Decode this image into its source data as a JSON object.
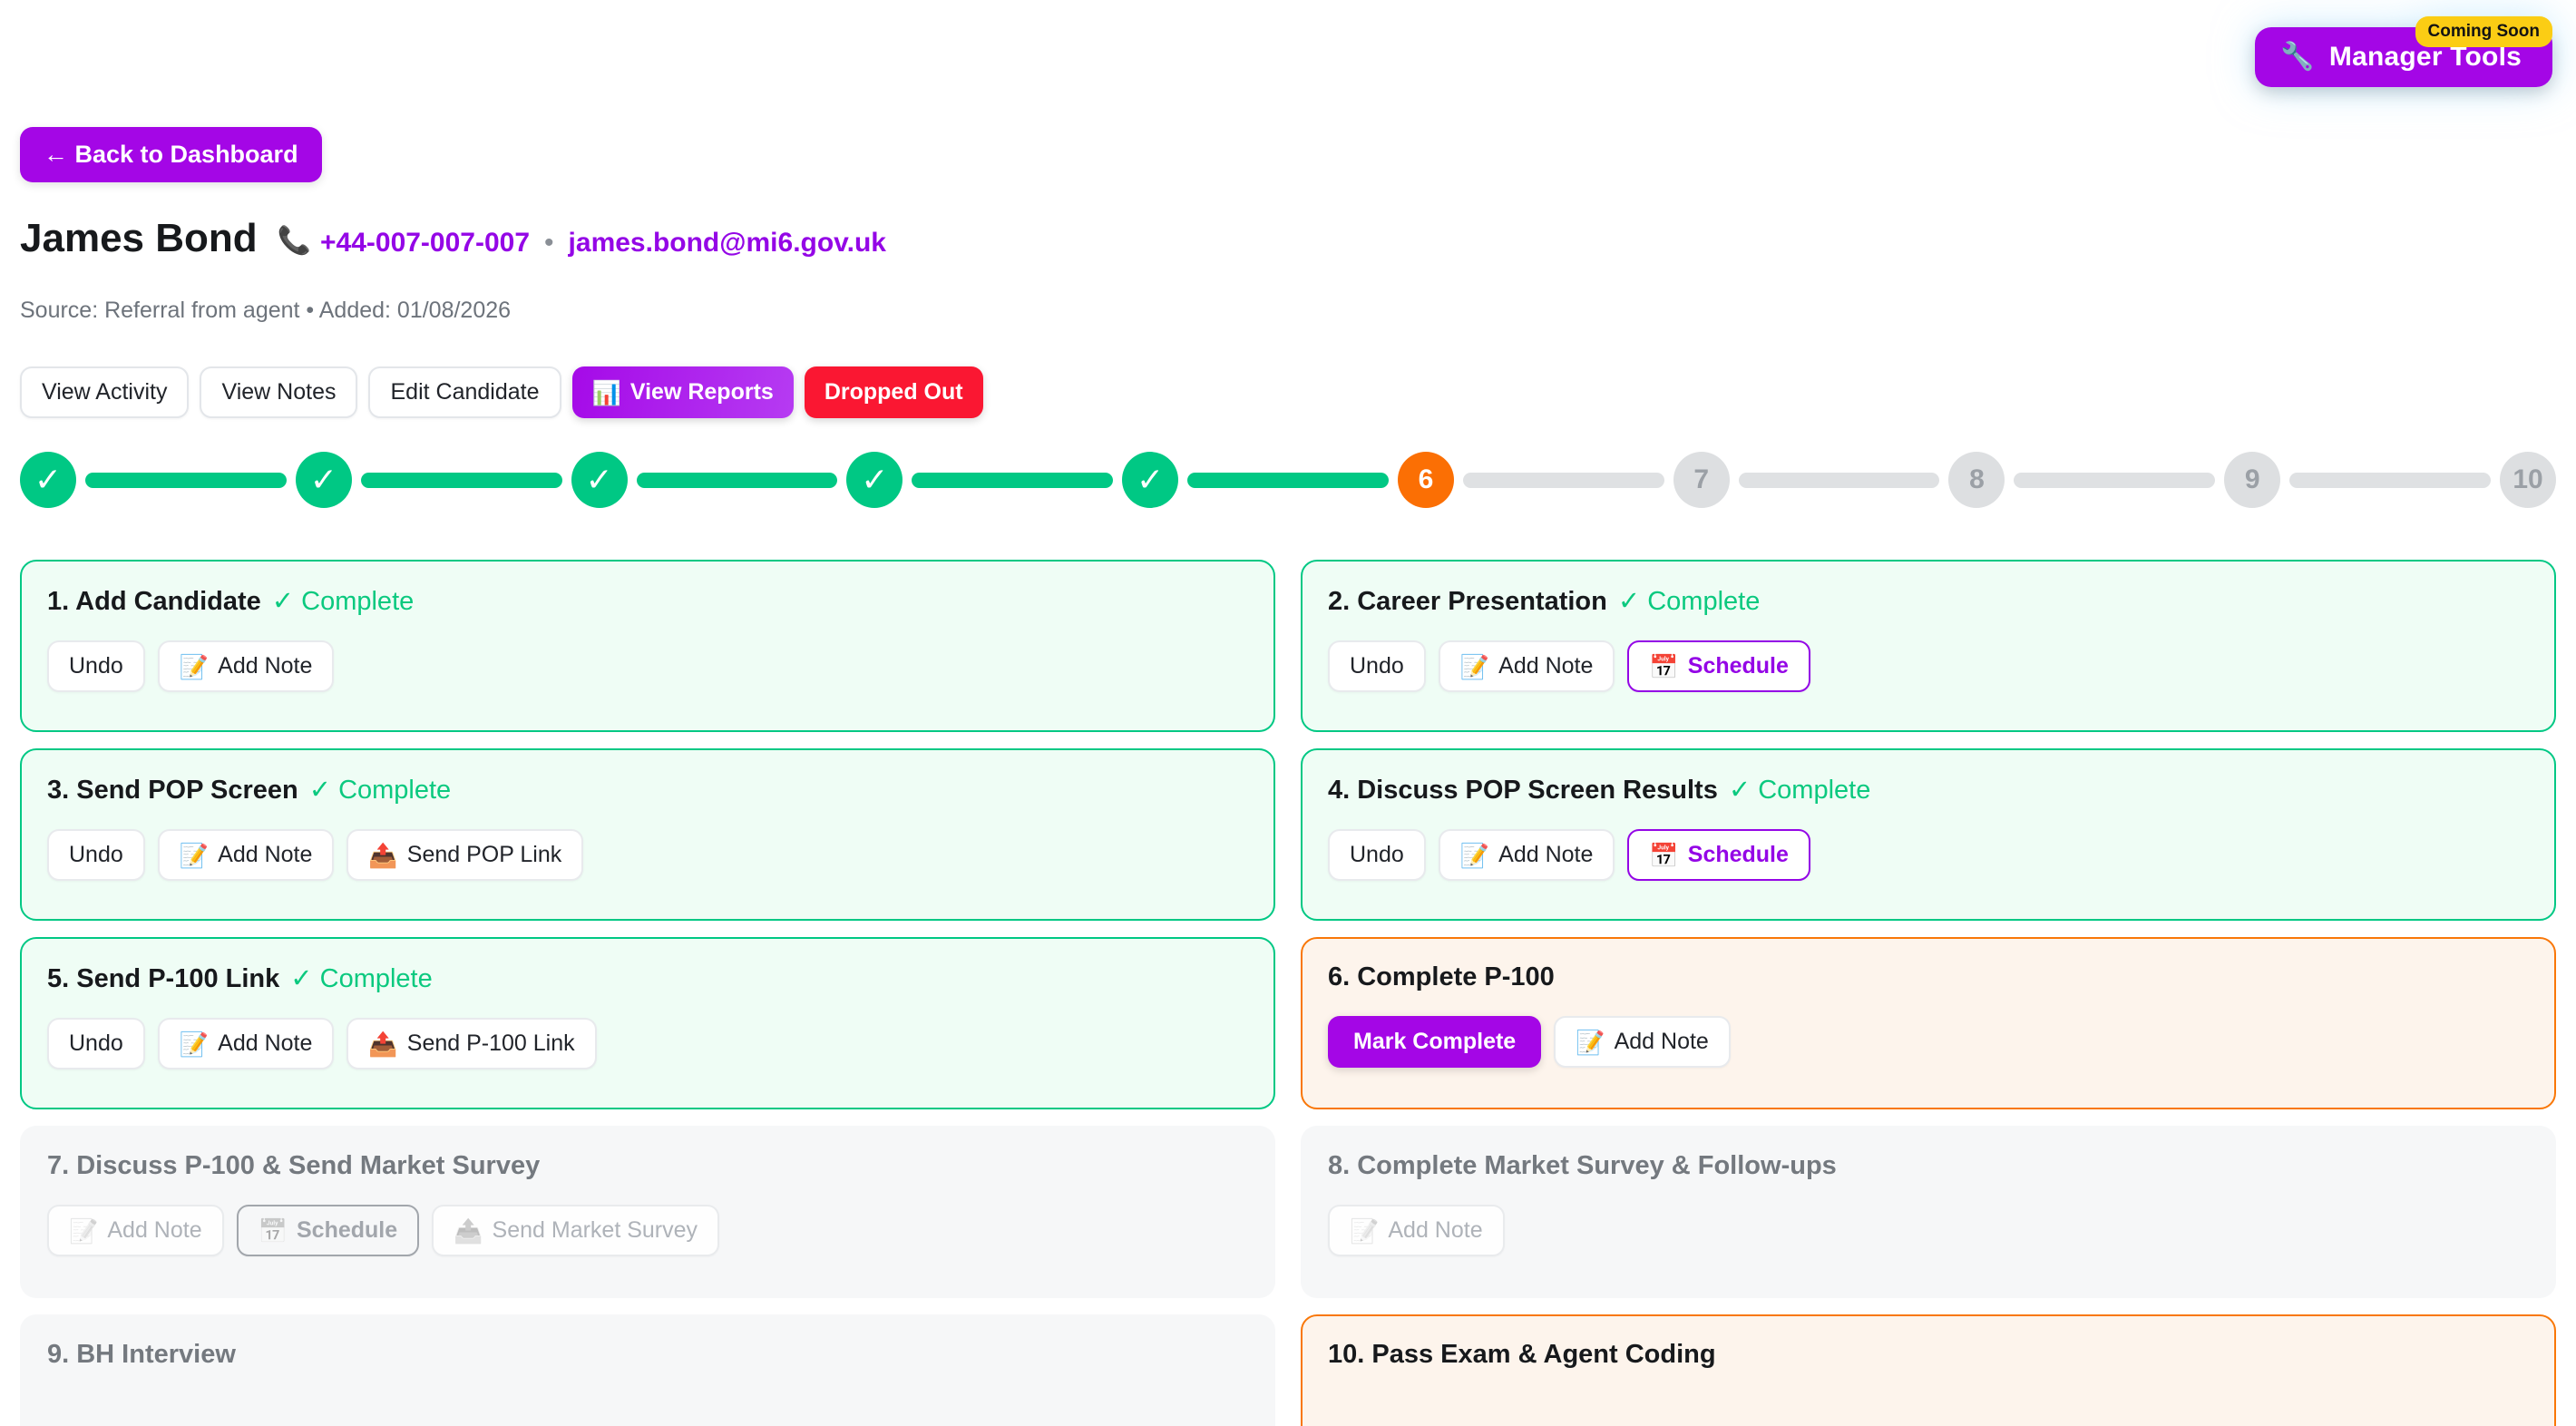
{
  "manager_tools": {
    "label": "Manager Tools",
    "icon": "wrench-icon",
    "icon_glyph": "🔧",
    "badge": "Coming Soon",
    "badge_color": "#fbcd14",
    "button_color": "#a406e6"
  },
  "back_button": {
    "label": "← Back to Dashboard"
  },
  "candidate": {
    "name": "James Bond",
    "phone_icon_glyph": "📞",
    "phone": "+44-007-007-007",
    "separator": "•",
    "email": "james.bond@mi6.gov.uk",
    "meta": "Source: Referral from agent • Added: 01/08/2026",
    "link_color": "#9406e6"
  },
  "actions": [
    {
      "label": "View Activity",
      "style": "plain",
      "icon": ""
    },
    {
      "label": "View Notes",
      "style": "plain",
      "icon": ""
    },
    {
      "label": "Edit Candidate",
      "style": "plain",
      "icon": ""
    },
    {
      "label": "View Reports",
      "style": "reports",
      "icon": "bar-chart-icon",
      "icon_glyph": "📊"
    },
    {
      "label": "Dropped Out",
      "style": "dropped",
      "icon": ""
    }
  ],
  "stepper": {
    "current_step": 6,
    "total_steps": 10,
    "done_color": "#00c884",
    "current_color": "#fb6f04",
    "todo_color": "#dddfe1",
    "nodes": [
      {
        "label": "✓",
        "state": "done"
      },
      {
        "label": "✓",
        "state": "done"
      },
      {
        "label": "✓",
        "state": "done"
      },
      {
        "label": "✓",
        "state": "done"
      },
      {
        "label": "✓",
        "state": "done"
      },
      {
        "label": "6",
        "state": "current"
      },
      {
        "label": "7",
        "state": "todo"
      },
      {
        "label": "8",
        "state": "todo"
      },
      {
        "label": "9",
        "state": "todo"
      },
      {
        "label": "10",
        "state": "todo"
      }
    ]
  },
  "complete_label": "✓ Complete",
  "tasks": [
    {
      "title": "1. Add Candidate",
      "state": "complete",
      "status": "✓ Complete",
      "buttons": [
        {
          "label": "Undo",
          "style": "plain",
          "icon": "",
          "disabled": false
        },
        {
          "label": "Add Note",
          "style": "plain",
          "icon": "memo-icon",
          "icon_glyph": "📝",
          "disabled": false
        }
      ]
    },
    {
      "title": "2. Career Presentation",
      "state": "complete",
      "status": "✓ Complete",
      "buttons": [
        {
          "label": "Undo",
          "style": "plain",
          "icon": "",
          "disabled": false
        },
        {
          "label": "Add Note",
          "style": "plain",
          "icon": "memo-icon",
          "icon_glyph": "📝",
          "disabled": false
        },
        {
          "label": "Schedule",
          "style": "schedule",
          "icon": "calendar-icon",
          "icon_glyph": "📅",
          "disabled": false
        }
      ]
    },
    {
      "title": "3. Send POP Screen",
      "state": "complete",
      "status": "✓ Complete",
      "buttons": [
        {
          "label": "Undo",
          "style": "plain",
          "icon": "",
          "disabled": false
        },
        {
          "label": "Add Note",
          "style": "plain",
          "icon": "memo-icon",
          "icon_glyph": "📝",
          "disabled": false
        },
        {
          "label": "Send POP Link",
          "style": "plain",
          "icon": "outbox-icon",
          "icon_glyph": "📤",
          "disabled": false
        }
      ]
    },
    {
      "title": "4. Discuss POP Screen Results",
      "state": "complete",
      "status": "✓ Complete",
      "buttons": [
        {
          "label": "Undo",
          "style": "plain",
          "icon": "",
          "disabled": false
        },
        {
          "label": "Add Note",
          "style": "plain",
          "icon": "memo-icon",
          "icon_glyph": "📝",
          "disabled": false
        },
        {
          "label": "Schedule",
          "style": "schedule",
          "icon": "calendar-icon",
          "icon_glyph": "📅",
          "disabled": false
        }
      ]
    },
    {
      "title": "5. Send P-100 Link",
      "state": "complete",
      "status": "✓ Complete",
      "buttons": [
        {
          "label": "Undo",
          "style": "plain",
          "icon": "",
          "disabled": false
        },
        {
          "label": "Add Note",
          "style": "plain",
          "icon": "memo-icon",
          "icon_glyph": "📝",
          "disabled": false
        },
        {
          "label": "Send P-100 Link",
          "style": "plain",
          "icon": "outbox-icon",
          "icon_glyph": "📤",
          "disabled": false
        }
      ]
    },
    {
      "title": "6. Complete P-100",
      "state": "active",
      "status": "",
      "buttons": [
        {
          "label": "Mark Complete",
          "style": "mark",
          "icon": "",
          "disabled": false
        },
        {
          "label": "Add Note",
          "style": "plain",
          "icon": "memo-icon",
          "icon_glyph": "📝",
          "disabled": false
        }
      ]
    },
    {
      "title": "7. Discuss P-100 & Send Market Survey",
      "state": "locked",
      "status": "",
      "buttons": [
        {
          "label": "Add Note",
          "style": "plain",
          "icon": "memo-icon",
          "icon_glyph": "📝",
          "disabled": true
        },
        {
          "label": "Schedule",
          "style": "schedule",
          "icon": "calendar-icon",
          "icon_glyph": "📅",
          "disabled": true
        },
        {
          "label": "Send Market Survey",
          "style": "plain",
          "icon": "outbox-icon",
          "icon_glyph": "📤",
          "disabled": true
        }
      ]
    },
    {
      "title": "8. Complete Market Survey & Follow-ups",
      "state": "locked",
      "status": "",
      "buttons": [
        {
          "label": "Add Note",
          "style": "plain",
          "icon": "memo-icon",
          "icon_glyph": "📝",
          "disabled": true
        }
      ]
    },
    {
      "title": "9. BH Interview",
      "state": "locked",
      "status": "",
      "buttons": []
    },
    {
      "title": "10. Pass Exam & Agent Coding",
      "state": "active",
      "status": "",
      "buttons": []
    }
  ]
}
